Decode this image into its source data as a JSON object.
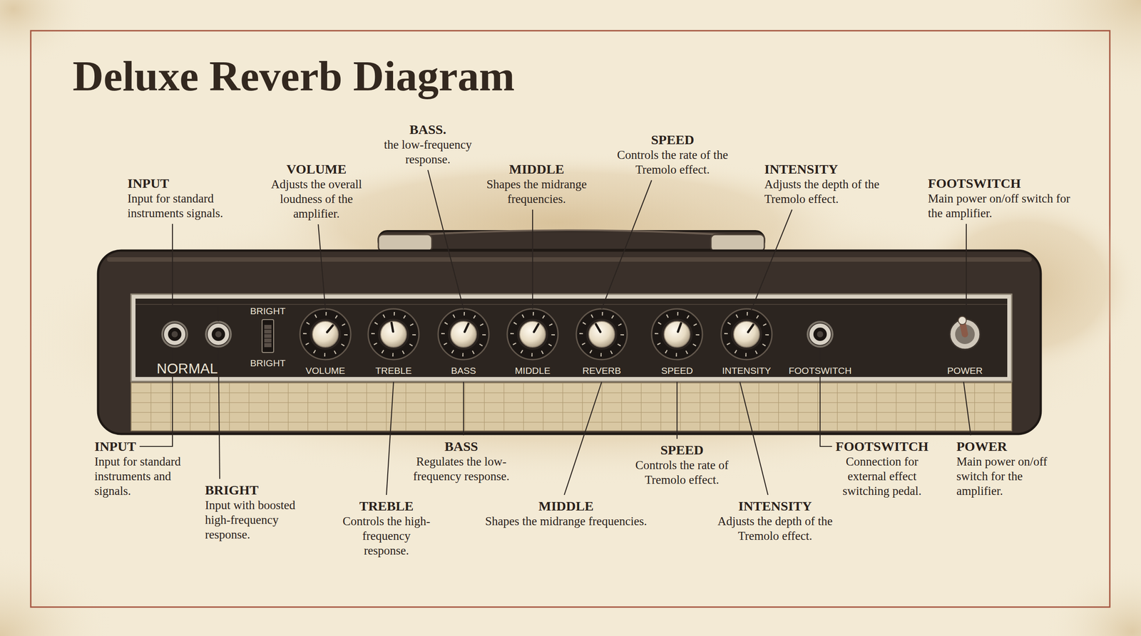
{
  "diagram": {
    "title": "Deluxe Reverb Diagram",
    "nodes": [
      {
        "text": [
          "NORMAL",
          "BRIGHT",
          "BRIGHT",
          "VOLUME",
          "TREBLE",
          "BASS",
          "MIDDLE",
          "REVERB",
          "SPEED",
          "INTENSITY",
          "FOOTSWITCH",
          "POWER"
        ]
      }
    ],
    "labels": [
      "INPUT",
      "Input for standard instruments signals.",
      "VOLUME",
      "Adjusts the overall loudness of the amplifier.",
      "BASS.",
      "the low-frequency response.",
      "MIDDLE",
      "Shapes the midrange frequencies.",
      "SPEED",
      "Controls the rate of the Tremolo effect.",
      "INTENSITY",
      "Adjusts the depth of the Tremolo effect.",
      "FOOTSWITCH",
      "Main power on/off switch for the amplifier.",
      "INPUT",
      "Input for standard instruments and signals.",
      "BRIGHT",
      "Input with boosted high-frequency response.",
      "TREBLE",
      "Controls the high-frequency response.",
      "BASS",
      "Regulates the low-frequency response.",
      "MIDDLE",
      "Shapes the midrange frequencies.",
      "SPEED",
      "Controls the rate of Tremolo effect.",
      "INTENSITY",
      "Adjusts the depth of the Tremolo effect.",
      "FOOTSWITCH",
      "Connection for external effect switching pedal.",
      "POWER",
      "Main power on/off switch for the amplifier."
    ]
  }
}
